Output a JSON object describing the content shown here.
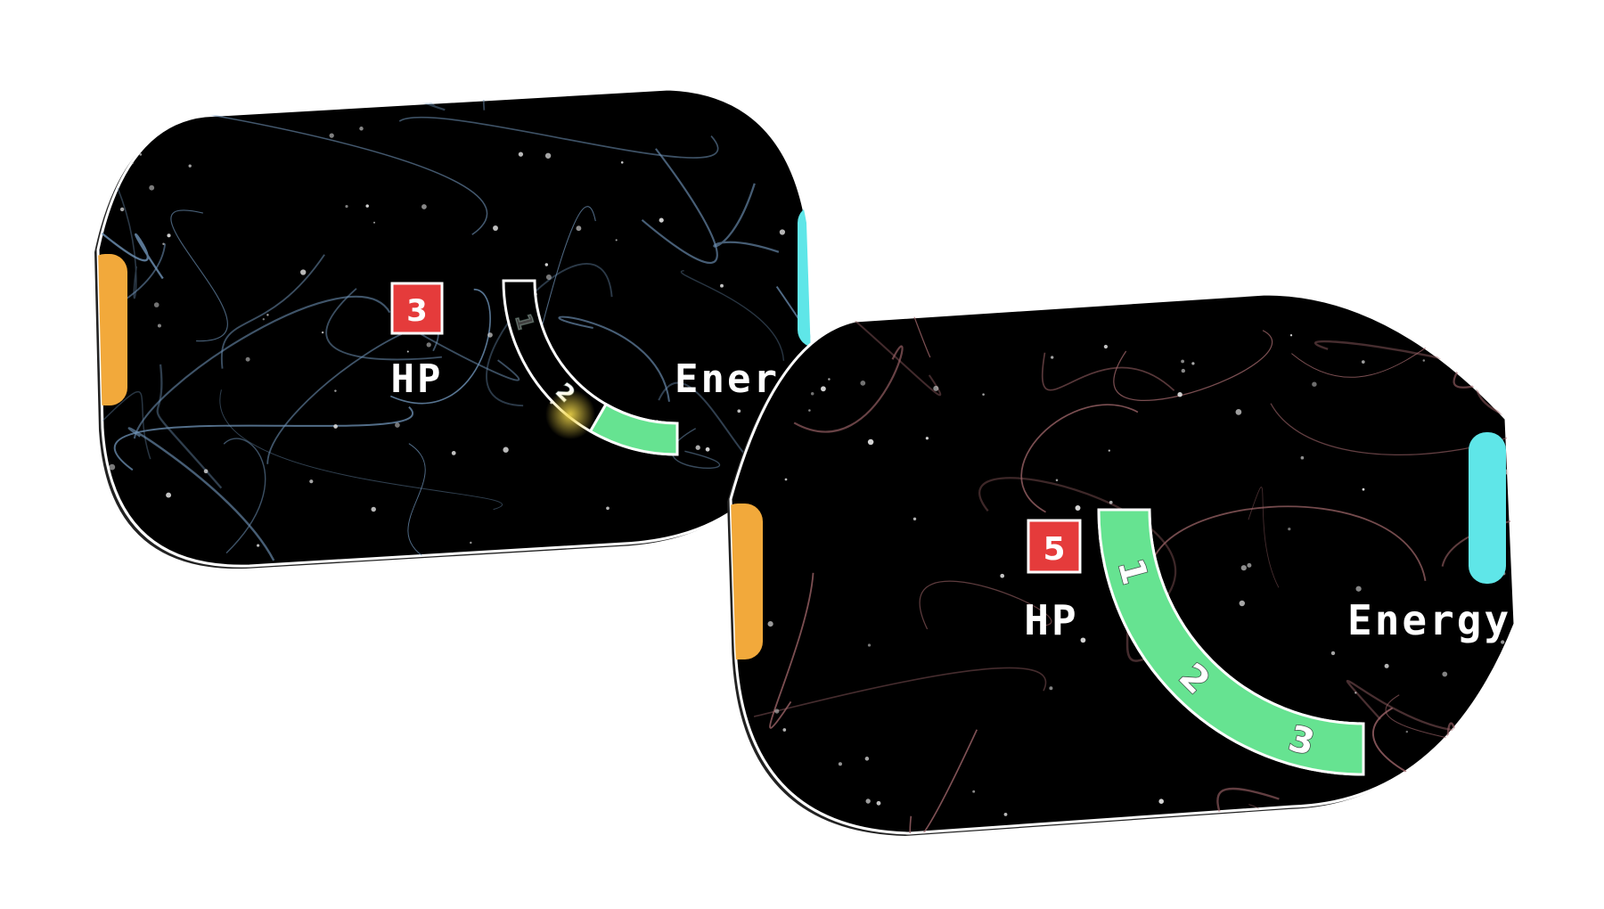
{
  "cards": [
    {
      "hp": {
        "value": "3",
        "label": "HP"
      },
      "energy": {
        "label": "Energy",
        "segments": [
          "1",
          "2"
        ],
        "filled_segments": 1,
        "total_segments": 3
      },
      "colors": {
        "streak": "#6f93b8",
        "left_tab": "#f2a93b",
        "right_tab": "#5fe6e8",
        "hp_box": "#e53b3b",
        "energy_fill": "#66e391"
      }
    },
    {
      "hp": {
        "value": "5",
        "label": "HP"
      },
      "energy": {
        "label": "Energy",
        "segments": [
          "1",
          "2",
          "3"
        ],
        "filled_segments": 3,
        "total_segments": 3
      },
      "colors": {
        "streak": "#a0666a",
        "left_tab": "#f2a93b",
        "right_tab": "#5fe6e8",
        "hp_box": "#e53b3b",
        "energy_fill": "#66e391"
      }
    }
  ]
}
